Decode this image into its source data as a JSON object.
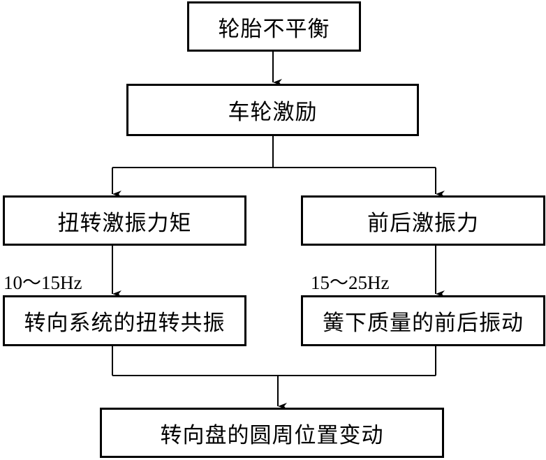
{
  "diagram": {
    "nodes": {
      "imbalance": "轮胎不平衡",
      "excitation": "车轮激励",
      "torsional_torque": "扭转激振力矩",
      "fore_aft_force": "前后激振力",
      "steering_resonance": "转向系统的扭转共振",
      "unsprung_vibration": "簧下质量的前后振动",
      "wheel_variation": "转向盘的圆周位置变动"
    },
    "labels": {
      "left_freq": "10～15Hz",
      "right_freq": "15～25Hz"
    },
    "colors": {
      "line": "#000000",
      "box_border": "#000000",
      "background": "#ffffff"
    }
  }
}
